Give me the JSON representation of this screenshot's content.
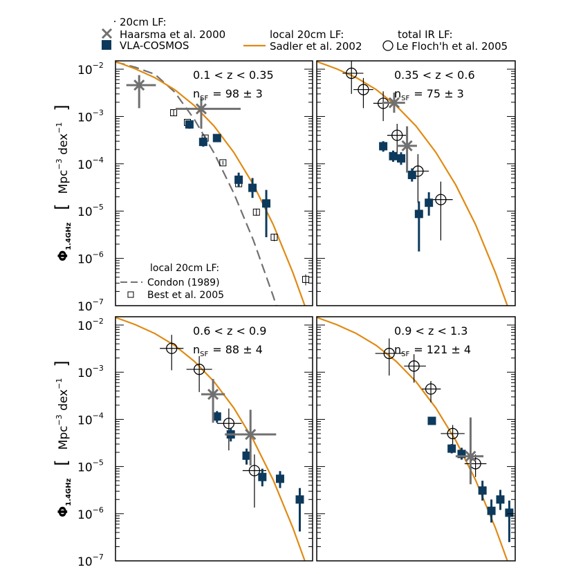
{
  "legend": {
    "header_20cm": "20cm LF:",
    "haarsma": "Haarsma et al. 2000",
    "vla": "VLA-COSMOS",
    "header_local": "local 20cm LF:",
    "sadler": "Sadler et al. 2002",
    "header_ir": "total IR LF:",
    "lefloch": "Le Floch'h et al. 2005"
  },
  "inset_legend": {
    "header": "local 20cm LF:",
    "condon": "Condon (1989)",
    "best": "Best et al. 2005"
  },
  "ylabel": {
    "phi": "Φ",
    "sub": "1.4GHz",
    "open": "[",
    "mpc": "Mpc",
    "exp1": "−3",
    "dex": " dex",
    "exp2": "−1",
    "close": "]"
  },
  "colors": {
    "vla": "#0d3a5c",
    "sadler": "#e08a14",
    "haarsma": "#707070",
    "condon": "#707070",
    "axis": "#000000"
  },
  "chart_data": [
    {
      "type": "scatter",
      "panel": "top-left",
      "z_label": "0.1 < z < 0.35",
      "n_label": "n",
      "n_sub": "SF",
      "n_value": "=   98  ±   3",
      "y_scale": "log",
      "ylim": [
        1e-07,
        0.015
      ],
      "y_ticks": [
        {
          "v": 0.01,
          "t": "10",
          "e": "−2"
        },
        {
          "v": 0.001,
          "t": "10",
          "e": "−3"
        },
        {
          "v": 0.0001,
          "t": "10",
          "e": "−4"
        },
        {
          "v": 1e-05,
          "t": "10",
          "e": "−5"
        },
        {
          "v": 1e-06,
          "t": "10",
          "e": "−6"
        },
        {
          "v": 1e-07,
          "t": "10",
          "e": "−7"
        }
      ],
      "series": {
        "vla": [
          {
            "x": 0.375,
            "y": 0.00068,
            "xlo": 0.355,
            "xhi": 0.395,
            "ylo": 0.00055,
            "yhi": 0.00082
          },
          {
            "x": 0.445,
            "y": 0.00029,
            "xlo": 0.425,
            "xhi": 0.465,
            "ylo": 0.00023,
            "yhi": 0.00036
          },
          {
            "x": 0.515,
            "y": 0.00035,
            "xlo": 0.495,
            "xhi": 0.535,
            "ylo": 0.00029,
            "yhi": 0.00042
          },
          {
            "x": 0.625,
            "y": 4.6e-05,
            "xlo": 0.605,
            "xhi": 0.645,
            "ylo": 3.2e-05,
            "yhi": 6.5e-05
          },
          {
            "x": 0.695,
            "y": 3.1e-05,
            "xlo": 0.675,
            "xhi": 0.715,
            "ylo": 1.9e-05,
            "yhi": 5e-05
          },
          {
            "x": 0.765,
            "y": 1.45e-05,
            "xlo": 0.745,
            "xhi": 0.785,
            "ylo": 2.8e-06,
            "yhi": 2.8e-05
          }
        ],
        "haarsma": [
          {
            "x": 0.12,
            "y": 0.0046,
            "xlo": 0.055,
            "xhi": 0.205,
            "ylo": 0.0015,
            "yhi": 0.0075
          },
          {
            "x": 0.435,
            "y": 0.00145,
            "xlo": 0.305,
            "xhi": 0.635,
            "ylo": 0.00055,
            "yhi": 0.0025
          }
        ],
        "best": [
          {
            "x": 0.295,
            "y": 0.0012,
            "ylo": 0.00105,
            "yhi": 0.00138
          },
          {
            "x": 0.365,
            "y": 0.00075,
            "ylo": 0.00068,
            "yhi": 0.00083
          },
          {
            "x": 0.455,
            "y": 0.00035,
            "ylo": 0.00031,
            "yhi": 0.00039
          },
          {
            "x": 0.545,
            "y": 0.000105,
            "ylo": 9.5e-05,
            "yhi": 0.000116
          },
          {
            "x": 0.625,
            "y": 3.8e-05,
            "ylo": 3.3e-05,
            "yhi": 4.3e-05
          },
          {
            "x": 0.715,
            "y": 9.5e-06,
            "ylo": 8e-06,
            "yhi": 1.12e-05
          },
          {
            "x": 0.805,
            "y": 2.8e-06,
            "ylo": 2.3e-06,
            "yhi": 3.3e-06
          },
          {
            "x": 0.965,
            "y": 3.6e-07,
            "ylo": 2.7e-07,
            "yhi": 4.6e-07
          }
        ],
        "sadler": [
          [
            0,
            0.0145
          ],
          [
            0.1,
            0.0102
          ],
          [
            0.2,
            0.0066
          ],
          [
            0.3,
            0.0037
          ],
          [
            0.4,
            0.0017
          ],
          [
            0.5,
            0.00063
          ],
          [
            0.6,
            0.000175
          ],
          [
            0.7,
            3.6e-05
          ],
          [
            0.8,
            5.2e-06
          ],
          [
            0.9,
            5e-07
          ],
          [
            1.0,
            3.5e-08
          ]
        ],
        "condon": [
          [
            0,
            0.0142
          ],
          [
            0.1,
            0.011
          ],
          [
            0.2,
            0.0078
          ],
          [
            0.3,
            0.0033
          ],
          [
            0.4,
            0.00087
          ],
          [
            0.5,
            0.00017
          ],
          [
            0.6,
            2.4e-05
          ],
          [
            0.7,
            2.4e-06
          ],
          [
            0.8,
            1.6e-07
          ],
          [
            0.85,
            3.5e-08
          ]
        ]
      }
    },
    {
      "type": "scatter",
      "panel": "top-right",
      "z_label": "0.35 < z < 0.6",
      "n_label": "n",
      "n_sub": "SF",
      "n_value": "=   75  ±   3",
      "y_scale": "log",
      "ylim": [
        1e-07,
        0.015
      ],
      "series": {
        "vla": [
          {
            "x": 0.335,
            "y": 0.000235,
            "xlo": 0.315,
            "xhi": 0.355,
            "ylo": 0.00018,
            "yhi": 0.0003
          },
          {
            "x": 0.385,
            "y": 0.000145,
            "xlo": 0.365,
            "xhi": 0.405,
            "ylo": 0.00011,
            "yhi": 0.00019
          },
          {
            "x": 0.425,
            "y": 0.00013,
            "xlo": 0.405,
            "xhi": 0.445,
            "ylo": 9.5e-05,
            "yhi": 0.000175
          },
          {
            "x": 0.48,
            "y": 5.8e-05,
            "xlo": 0.46,
            "xhi": 0.5,
            "ylo": 4.2e-05,
            "yhi": 8e-05
          },
          {
            "x": 0.515,
            "y": 8.7e-06,
            "xlo": 0.495,
            "xhi": 0.535,
            "ylo": 1.4e-06,
            "yhi": 1.6e-05
          },
          {
            "x": 0.565,
            "y": 1.5e-05,
            "xlo": 0.545,
            "xhi": 0.585,
            "ylo": 8e-06,
            "yhi": 2.5e-05
          }
        ],
        "haarsma": [
          {
            "x": 0.39,
            "y": 0.00195,
            "xlo": 0.33,
            "xhi": 0.445,
            "ylo": 0.0012,
            "yhi": 0.0032
          },
          {
            "x": 0.455,
            "y": 0.00024,
            "xlo": 0.405,
            "xhi": 0.505,
            "ylo": 6.5e-05,
            "yhi": 0.00062
          }
        ],
        "lefloch": [
          {
            "x": 0.175,
            "y": 0.0082,
            "xlo": 0.13,
            "xhi": 0.235,
            "ylo": 0.003,
            "yhi": 0.018
          },
          {
            "x": 0.235,
            "y": 0.0037,
            "xlo": 0.185,
            "xhi": 0.285,
            "ylo": 0.0015,
            "yhi": 0.0065
          },
          {
            "x": 0.335,
            "y": 0.0019,
            "xlo": 0.285,
            "xhi": 0.395,
            "ylo": 0.0008,
            "yhi": 0.0034
          },
          {
            "x": 0.405,
            "y": 0.0004,
            "xlo": 0.355,
            "xhi": 0.46,
            "ylo": 0.00015,
            "yhi": 0.0007
          },
          {
            "x": 0.51,
            "y": 7e-05,
            "xlo": 0.455,
            "xhi": 0.565,
            "ylo": 1.5e-05,
            "yhi": 0.00016
          },
          {
            "x": 0.625,
            "y": 1.75e-05,
            "xlo": 0.575,
            "xhi": 0.685,
            "ylo": 2.4e-06,
            "yhi": 4.2e-05
          }
        ],
        "sadler": [
          [
            0,
            0.0145
          ],
          [
            0.1,
            0.0102
          ],
          [
            0.2,
            0.0066
          ],
          [
            0.3,
            0.0037
          ],
          [
            0.4,
            0.0017
          ],
          [
            0.5,
            0.00063
          ],
          [
            0.6,
            0.000175
          ],
          [
            0.7,
            3.6e-05
          ],
          [
            0.8,
            5.2e-06
          ],
          [
            0.9,
            5e-07
          ],
          [
            1.0,
            3.5e-08
          ]
        ]
      }
    },
    {
      "type": "scatter",
      "panel": "bottom-left",
      "z_label": "0.6 < z < 0.9",
      "n_label": "n",
      "n_sub": "SF",
      "n_value": "=   88  ±  4",
      "y_scale": "log",
      "ylim": [
        1e-07,
        0.015
      ],
      "y_ticks": [
        {
          "v": 0.01,
          "t": "10",
          "e": "−2"
        },
        {
          "v": 0.001,
          "t": "10",
          "e": "−3"
        },
        {
          "v": 0.0001,
          "t": "10",
          "e": "−4"
        },
        {
          "v": 1e-05,
          "t": "10",
          "e": "−5"
        },
        {
          "v": 1e-06,
          "t": "10",
          "e": "−6"
        },
        {
          "v": 1e-07,
          "t": "10",
          "e": "−7"
        }
      ],
      "series": {
        "vla": [
          {
            "x": 0.515,
            "y": 0.000115,
            "xlo": 0.495,
            "xhi": 0.535,
            "ylo": 8.5e-05,
            "yhi": 0.00015
          },
          {
            "x": 0.585,
            "y": 4.8e-05,
            "xlo": 0.565,
            "xhi": 0.605,
            "ylo": 3.4e-05,
            "yhi": 6.5e-05
          },
          {
            "x": 0.665,
            "y": 1.7e-05,
            "xlo": 0.645,
            "xhi": 0.685,
            "ylo": 1.1e-05,
            "yhi": 2.4e-05
          },
          {
            "x": 0.745,
            "y": 6e-06,
            "xlo": 0.725,
            "xhi": 0.765,
            "ylo": 3.8e-06,
            "yhi": 9e-06
          },
          {
            "x": 0.835,
            "y": 5.5e-06,
            "xlo": 0.815,
            "xhi": 0.855,
            "ylo": 3.5e-06,
            "yhi": 8e-06
          },
          {
            "x": 0.935,
            "y": 2e-06,
            "xlo": 0.915,
            "xhi": 0.955,
            "ylo": 4.2e-07,
            "yhi": 3.5e-06
          }
        ],
        "haarsma": [
          {
            "x": 0.495,
            "y": 0.00034,
            "xlo": 0.435,
            "xhi": 0.555,
            "ylo": 8.5e-05,
            "yhi": 0.00072
          },
          {
            "x": 0.685,
            "y": 4.8e-05,
            "xlo": 0.555,
            "xhi": 0.815,
            "ylo": 1.05e-05,
            "yhi": 0.00016
          }
        ],
        "lefloch": [
          {
            "x": 0.285,
            "y": 0.0032,
            "xlo": 0.225,
            "xhi": 0.345,
            "ylo": 0.0011,
            "yhi": 0.0062
          },
          {
            "x": 0.425,
            "y": 0.00115,
            "xlo": 0.36,
            "xhi": 0.49,
            "ylo": 0.00038,
            "yhi": 0.0022
          },
          {
            "x": 0.575,
            "y": 8.2e-05,
            "xlo": 0.515,
            "xhi": 0.64,
            "ylo": 2.2e-05,
            "yhi": 0.00017
          },
          {
            "x": 0.705,
            "y": 8.2e-06,
            "xlo": 0.645,
            "xhi": 0.765,
            "ylo": 1.35e-06,
            "yhi": 1.8e-05
          }
        ],
        "sadler": [
          [
            0,
            0.0145
          ],
          [
            0.1,
            0.0102
          ],
          [
            0.2,
            0.0066
          ],
          [
            0.3,
            0.0037
          ],
          [
            0.4,
            0.0017
          ],
          [
            0.5,
            0.00063
          ],
          [
            0.6,
            0.000175
          ],
          [
            0.7,
            3.6e-05
          ],
          [
            0.8,
            5.2e-06
          ],
          [
            0.9,
            5e-07
          ],
          [
            1.0,
            3.5e-08
          ]
        ]
      }
    },
    {
      "type": "scatter",
      "panel": "bottom-right",
      "z_label": "0.9 < z < 1.3",
      "n_label": "n",
      "n_sub": "SF",
      "n_value": "=  121  ±  4",
      "y_scale": "log",
      "ylim": [
        1e-07,
        0.015
      ],
      "series": {
        "vla": [
          {
            "x": 0.58,
            "y": 9.3e-05,
            "xlo": 0.565,
            "xhi": 0.595,
            "ylo": 8.2e-05,
            "yhi": 0.000105
          },
          {
            "x": 0.68,
            "y": 2.4e-05,
            "xlo": 0.66,
            "xhi": 0.7,
            "ylo": 1.9e-05,
            "yhi": 3e-05
          },
          {
            "x": 0.73,
            "y": 1.85e-05,
            "xlo": 0.71,
            "xhi": 0.75,
            "ylo": 1.4e-05,
            "yhi": 2.5e-05
          },
          {
            "x": 0.835,
            "y": 3.1e-06,
            "xlo": 0.815,
            "xhi": 0.855,
            "ylo": 1.9e-06,
            "yhi": 5e-06
          },
          {
            "x": 0.88,
            "y": 1.15e-06,
            "xlo": 0.86,
            "xhi": 0.9,
            "ylo": 6.5e-07,
            "yhi": 2e-06
          },
          {
            "x": 0.925,
            "y": 2e-06,
            "xlo": 0.905,
            "xhi": 0.945,
            "ylo": 1.2e-06,
            "yhi": 3.2e-06
          },
          {
            "x": 0.97,
            "y": 1.05e-06,
            "xlo": 0.95,
            "xhi": 0.99,
            "ylo": 2.5e-07,
            "yhi": 1.9e-06
          }
        ],
        "haarsma": [
          {
            "x": 0.775,
            "y": 1.65e-05,
            "xlo": 0.7,
            "xhi": 0.84,
            "ylo": 4.2e-06,
            "yhi": 0.00011
          }
        ],
        "lefloch": [
          {
            "x": 0.365,
            "y": 0.0025,
            "xlo": 0.295,
            "xhi": 0.44,
            "ylo": 0.00085,
            "yhi": 0.0052
          },
          {
            "x": 0.49,
            "y": 0.00135,
            "xlo": 0.44,
            "xhi": 0.55,
            "ylo": 0.0006,
            "yhi": 0.0024
          },
          {
            "x": 0.575,
            "y": 0.00044,
            "xlo": 0.53,
            "xhi": 0.625,
            "ylo": 0.00023,
            "yhi": 0.00065
          },
          {
            "x": 0.685,
            "y": 5e-05,
            "xlo": 0.625,
            "xhi": 0.745,
            "ylo": 2.6e-05,
            "yhi": 7.6e-05
          },
          {
            "x": 0.8,
            "y": 1.15e-05,
            "xlo": 0.745,
            "xhi": 0.855,
            "ylo": 6e-06,
            "yhi": 1.8e-05
          }
        ],
        "sadler": [
          [
            0,
            0.0145
          ],
          [
            0.1,
            0.0102
          ],
          [
            0.2,
            0.0066
          ],
          [
            0.3,
            0.0037
          ],
          [
            0.4,
            0.0017
          ],
          [
            0.5,
            0.00063
          ],
          [
            0.6,
            0.000175
          ],
          [
            0.7,
            3.6e-05
          ],
          [
            0.8,
            5.2e-06
          ],
          [
            0.9,
            5e-07
          ],
          [
            1.0,
            3.5e-08
          ]
        ]
      }
    }
  ]
}
